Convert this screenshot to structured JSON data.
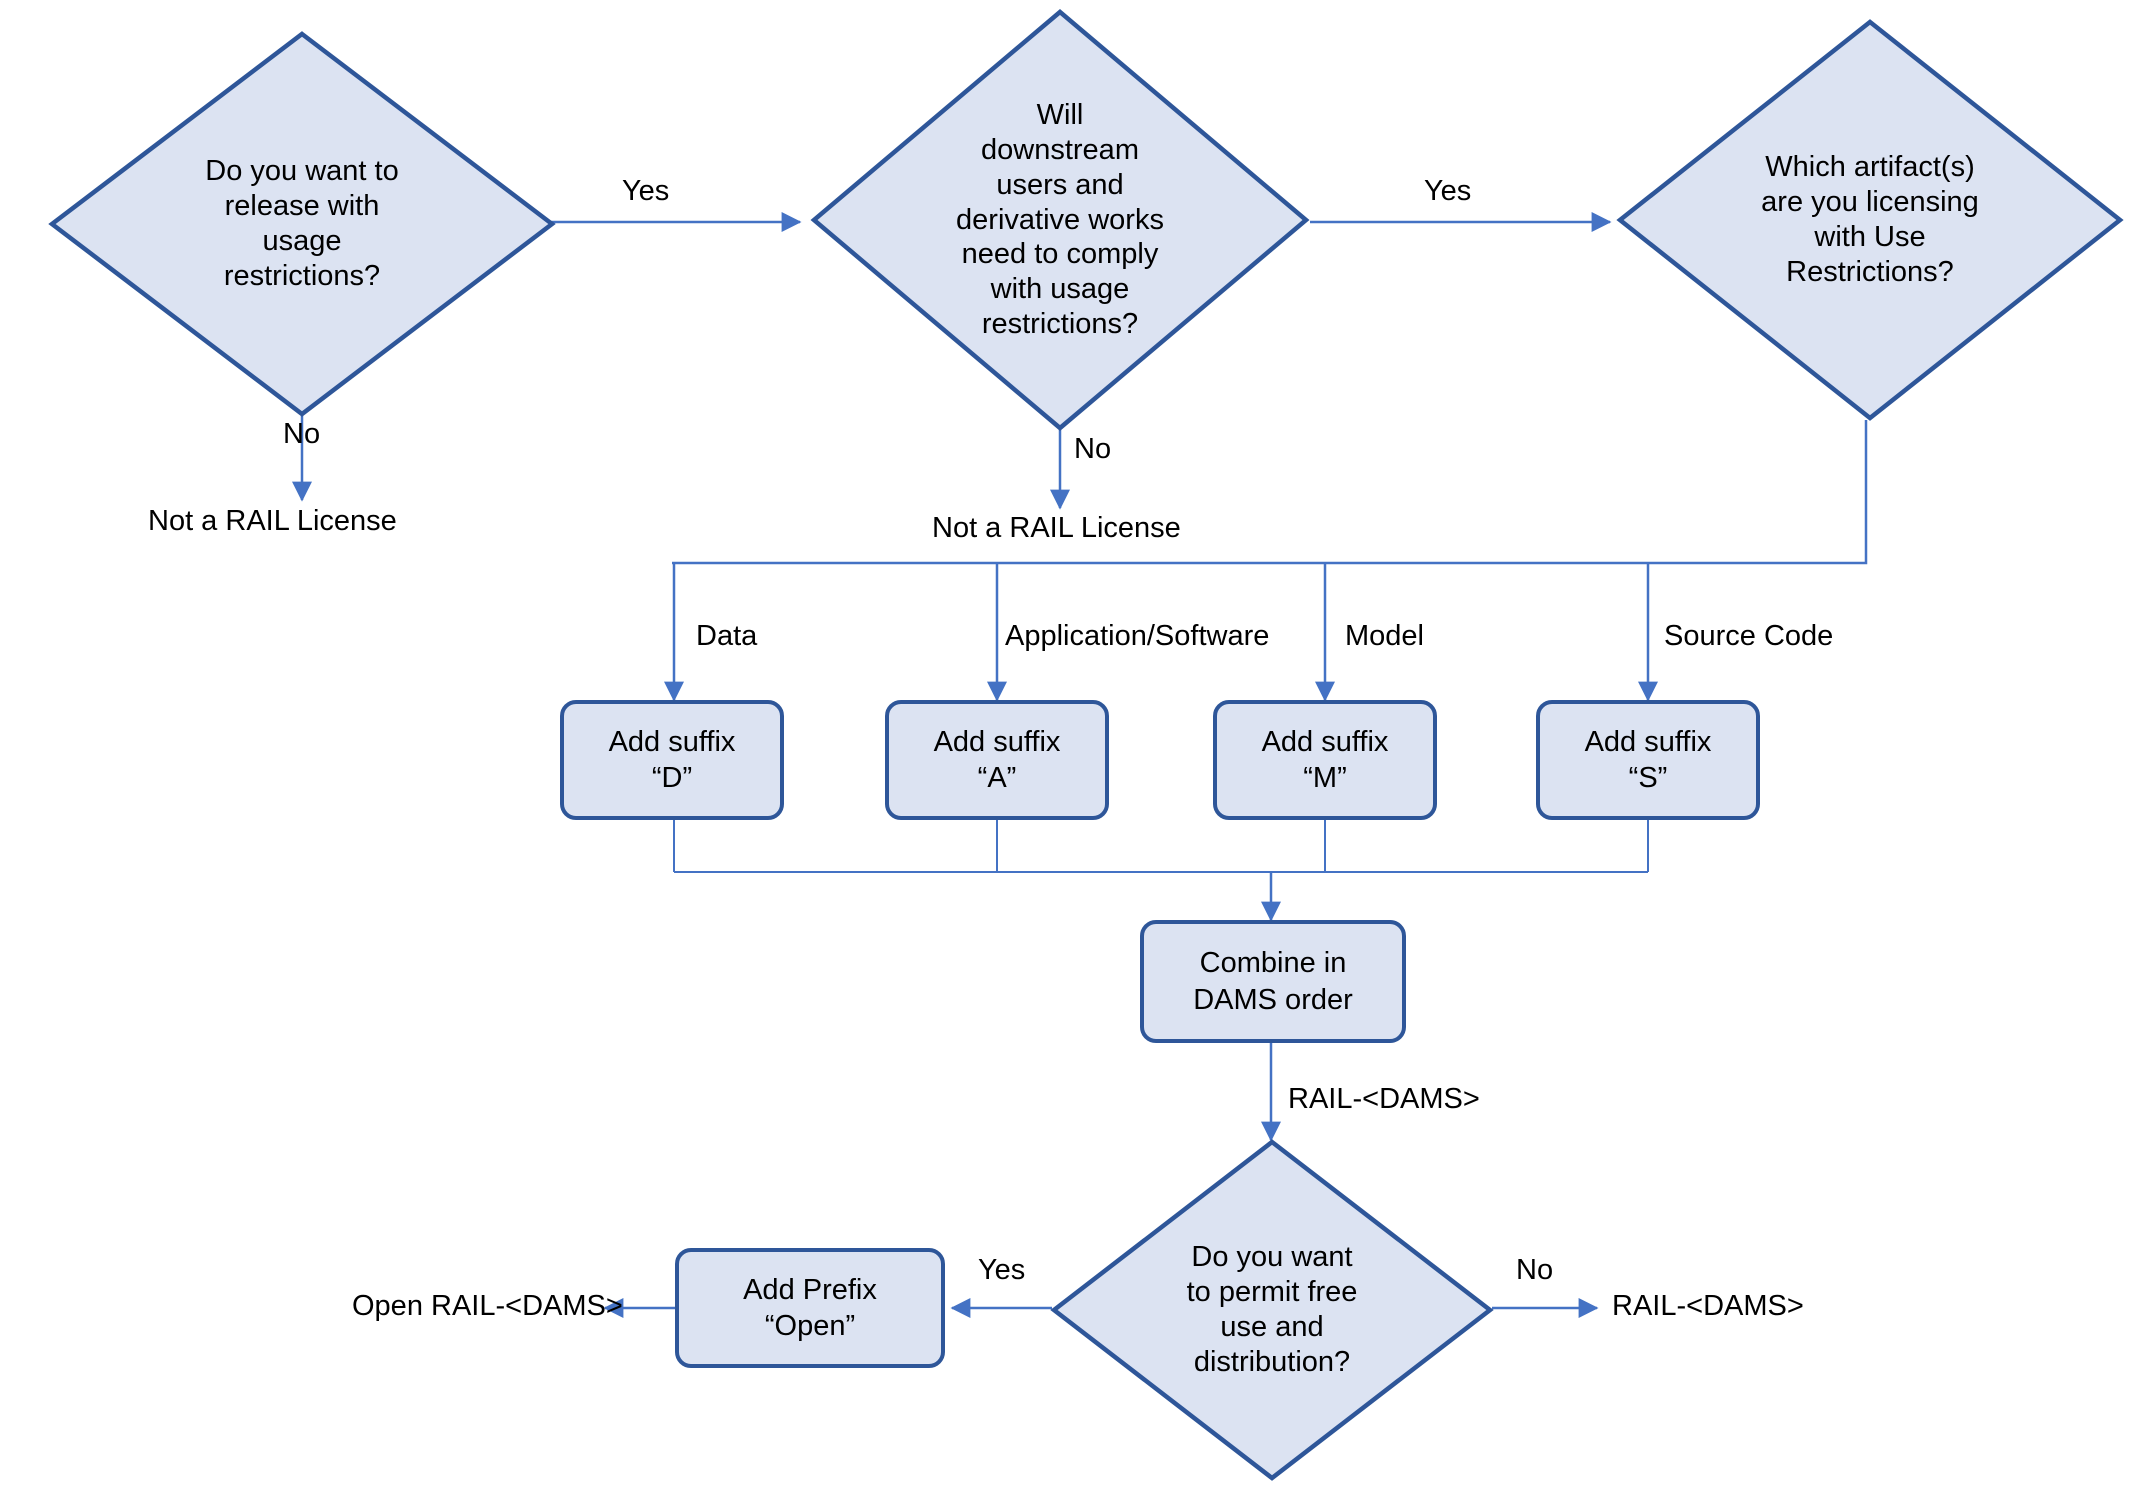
{
  "diagram": {
    "title": "RAIL License Naming Decision Flowchart",
    "colors": {
      "node_fill": "#dce3f2",
      "node_stroke": "#2e5699",
      "edge_stroke": "#4472c4",
      "text": "#000000",
      "background": "#ffffff"
    },
    "nodes": {
      "q_usage_restrictions": {
        "shape": "diamond",
        "text": "Do you want to\nrelease with\nusage\nrestrictions?"
      },
      "q_downstream_comply": {
        "shape": "diamond",
        "text": "Will\ndownstream\nusers and\nderivative works\nneed to comply\nwith usage\nrestrictions?"
      },
      "q_which_artifacts": {
        "shape": "diamond",
        "text": "Which artifact(s)\nare you licensing\nwith Use\nRestrictions?"
      },
      "suffix_d": {
        "shape": "rounded-rect",
        "text": "Add suffix\n“D”"
      },
      "suffix_a": {
        "shape": "rounded-rect",
        "text": "Add suffix\n“A”"
      },
      "suffix_m": {
        "shape": "rounded-rect",
        "text": "Add suffix\n“M”"
      },
      "suffix_s": {
        "shape": "rounded-rect",
        "text": "Add suffix\n“S”"
      },
      "combine_dams": {
        "shape": "rounded-rect",
        "text": "Combine in\nDAMS order"
      },
      "q_free_use": {
        "shape": "diamond",
        "text": "Do you want\nto permit free\nuse and\ndistribution?"
      },
      "add_prefix_open": {
        "shape": "rounded-rect",
        "text": "Add Prefix\n“Open”"
      }
    },
    "terminals": {
      "not_rail_left": "Not a RAIL License",
      "not_rail_mid": "Not a RAIL License",
      "open_rail_dams": "Open RAIL-<DAMS>",
      "rail_dams_right": "RAIL-<DAMS>"
    },
    "edge_labels": {
      "yes_1": "Yes",
      "no_1": "No",
      "yes_2": "Yes",
      "no_2": "No",
      "artifact_data": "Data",
      "artifact_app": "Application/Software",
      "artifact_model": "Model",
      "artifact_source": "Source Code",
      "rail_dams_combine": "RAIL-<DAMS>",
      "yes_3": "Yes",
      "no_3": "No"
    }
  }
}
